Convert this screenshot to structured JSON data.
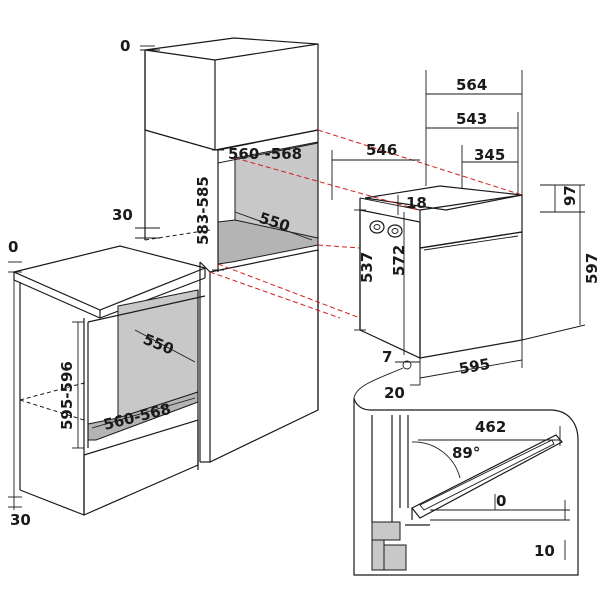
{
  "dimensions": {
    "tall_top_gap": "0",
    "tall_opening_width": "560 -568",
    "tall_opening_height": "583-585",
    "tall_depth": "550",
    "tall_base_offset": "30",
    "under_top_gap": "0",
    "under_opening_height": "595-596",
    "under_depth": "550",
    "under_opening_width": "560-568",
    "under_base_offset": "30",
    "oven_total_depth": "564",
    "oven_body_depth": "543",
    "oven_cabinet_depth": "546",
    "oven_inner_depth": "345",
    "oven_panel_height": "97",
    "oven_top_step": "18",
    "oven_body_height": "537",
    "oven_front_height": "572",
    "oven_total_height": "597",
    "oven_width": "595",
    "oven_bottom_gap": "7",
    "oven_side_gap": "20",
    "door_length": "462",
    "door_angle": "89°",
    "door_gap": "0",
    "door_drop": "10"
  },
  "colors": {
    "line": "#1a1a1a",
    "cavity_fill": "#c8c8c8",
    "shelf_fill": "#b4b4b4",
    "guide_red": "#d21f1f"
  }
}
